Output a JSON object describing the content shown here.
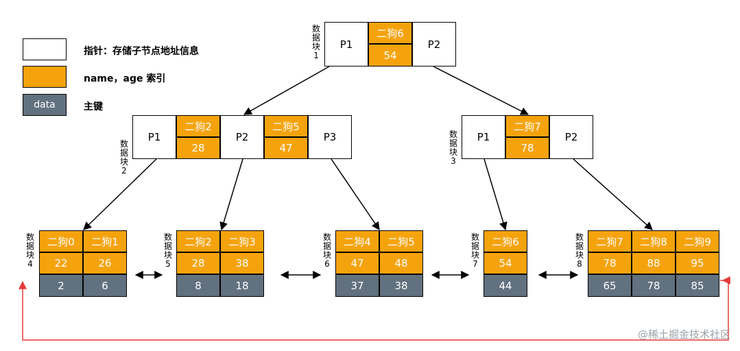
{
  "legend": [
    {
      "box_text": "",
      "label": "指针：存储子节点地址信息",
      "color": "#ffffff"
    },
    {
      "box_text": "",
      "label": "name，age 索引",
      "color": "#f5a30d"
    },
    {
      "box_text": "data",
      "label": "主键",
      "color": "#62717f"
    }
  ],
  "nodes": {
    "b1": {
      "label": "数据块1",
      "p": [
        "P1",
        "P2"
      ],
      "names": [
        "二狗6"
      ],
      "ages": [
        "54"
      ]
    },
    "b2": {
      "label": "数据块2",
      "p": [
        "P1",
        "P2",
        "P3"
      ],
      "names": [
        "二狗2",
        "二狗5"
      ],
      "ages": [
        "28",
        "47"
      ]
    },
    "b3": {
      "label": "数据块3",
      "p": [
        "P1",
        "P2"
      ],
      "names": [
        "二狗7"
      ],
      "ages": [
        "78"
      ]
    },
    "b4": {
      "label": "数据块4",
      "names": [
        "二狗0",
        "二狗1"
      ],
      "ages": [
        "22",
        "26"
      ],
      "ids": [
        "2",
        "6"
      ]
    },
    "b5": {
      "label": "数据块5",
      "names": [
        "二狗2",
        "二狗3"
      ],
      "ages": [
        "28",
        "38"
      ],
      "ids": [
        "8",
        "18"
      ]
    },
    "b6": {
      "label": "数据块6",
      "names": [
        "二狗4",
        "二狗5"
      ],
      "ages": [
        "47",
        "48"
      ],
      "ids": [
        "37",
        "38"
      ]
    },
    "b7": {
      "label": "数据块7",
      "names": [
        "二狗6"
      ],
      "ages": [
        "54"
      ],
      "ids": [
        "44"
      ]
    },
    "b8": {
      "label": "数据块8",
      "names": [
        "二狗7",
        "二狗8",
        "二狗9"
      ],
      "ages": [
        "78",
        "88",
        "95"
      ],
      "ids": [
        "65",
        "78",
        "85"
      ]
    }
  },
  "colors": {
    "pointer": "#ffffff",
    "index": "#f5a30d",
    "primary_key": "#62717f",
    "link": "#e53935",
    "arrow": "#000000"
  },
  "watermark": "@稀土掘金技术社区"
}
